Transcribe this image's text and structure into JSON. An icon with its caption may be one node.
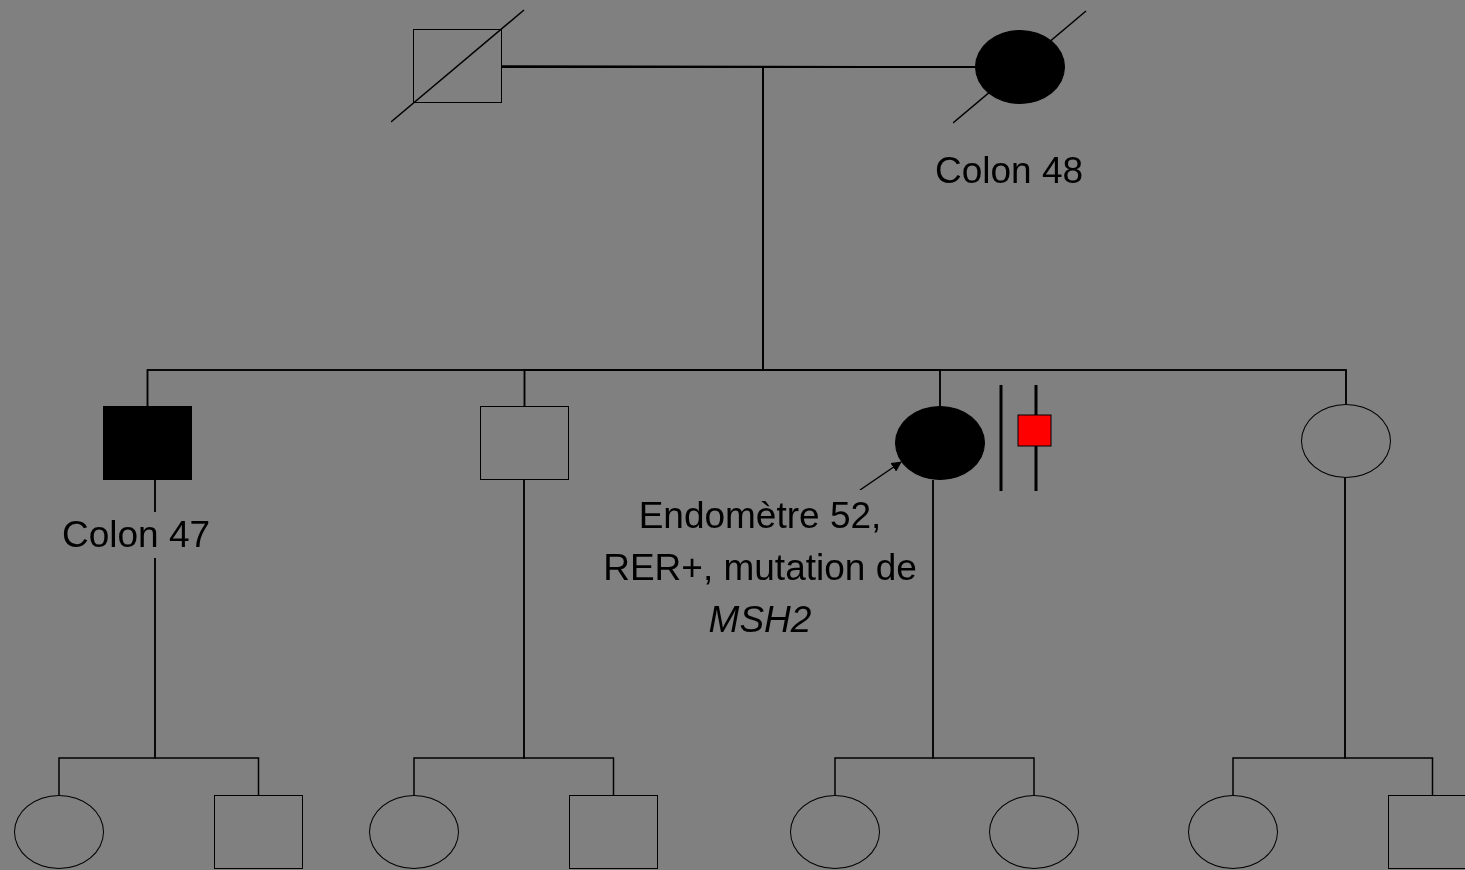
{
  "diagram": {
    "nodes": [
      {
        "text": [],
        "shape": "box"
      },
      {
        "text": [],
        "shape": "circle",
        "beside": [
          "Colon 48"
        ]
      },
      {
        "text": [],
        "shape": "box",
        "beside": [
          "Colon 47"
        ]
      },
      {
        "text": [],
        "shape": "box"
      },
      {
        "text": [],
        "shape": "circle"
      },
      {
        "text": [],
        "shape": "circle"
      },
      {
        "text": [
          "Endomètre 52, RER+, mutation de *MSH2*"
        ]
      },
      {
        "text": [],
        "shape": "circle"
      },
      {
        "text": [],
        "shape": "box"
      },
      {
        "text": [],
        "shape": "circle"
      },
      {
        "text": [],
        "shape": "box"
      },
      {
        "text": [],
        "shape": "circle"
      },
      {
        "text": [],
        "shape": "circle"
      },
      {
        "text": [],
        "shape": "circle"
      },
      {
        "text": [],
        "shape": "box"
      }
    ],
    "edges": [
      {
        "from": 0,
        "to": 1,
        "arrow": "none"
      },
      {
        "from": 0,
        "to": 2,
        "arrow": "none"
      },
      {
        "from": 0,
        "to": 3,
        "arrow": "none"
      },
      {
        "from": 0,
        "to": 4,
        "arrow": "none"
      },
      {
        "from": 0,
        "to": 5,
        "arrow": "none"
      },
      {
        "from": 1,
        "to": 2,
        "arrow": "none"
      },
      {
        "from": 1,
        "to": 3,
        "arrow": "none"
      },
      {
        "from": 1,
        "to": 4,
        "arrow": "none"
      },
      {
        "from": 1,
        "to": 5,
        "arrow": "none"
      },
      {
        "from": 6,
        "to": 4,
        "arrow": "to"
      },
      {
        "from": 2,
        "to": 7,
        "arrow": "none"
      },
      {
        "from": 2,
        "to": 8,
        "arrow": "none"
      },
      {
        "from": 3,
        "to": 9,
        "arrow": "none"
      },
      {
        "from": 3,
        "to": 10,
        "arrow": "none"
      },
      {
        "from": 4,
        "to": 11,
        "arrow": "none"
      },
      {
        "from": 4,
        "to": 12,
        "arrow": "none"
      },
      {
        "from": 5,
        "to": 13,
        "arrow": "none"
      },
      {
        "from": 5,
        "to": 14,
        "arrow": "none"
      }
    ]
  }
}
